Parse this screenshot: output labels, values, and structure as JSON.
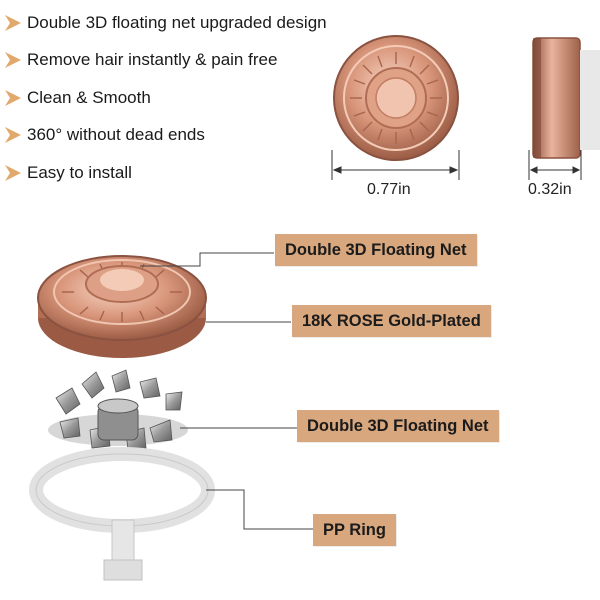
{
  "features": [
    "Double 3D floating net upgraded design",
    "Remove hair instantly & pain free",
    "Clean & Smooth",
    "360° without dead ends",
    "Easy to install"
  ],
  "dimensions": {
    "diameter": "0.77in",
    "height": "0.32in"
  },
  "labels": {
    "net_top": "Double 3D Floating Net",
    "plating": "18K ROSE Gold-Plated",
    "net_blades": "Double 3D Floating Net",
    "ring": "PP Ring"
  },
  "colors": {
    "accent": "#d8a77e",
    "rose_gold": "#c8876a",
    "arrow": "#e2a96c"
  },
  "icons": {
    "bullet": "arrow-right-icon"
  }
}
